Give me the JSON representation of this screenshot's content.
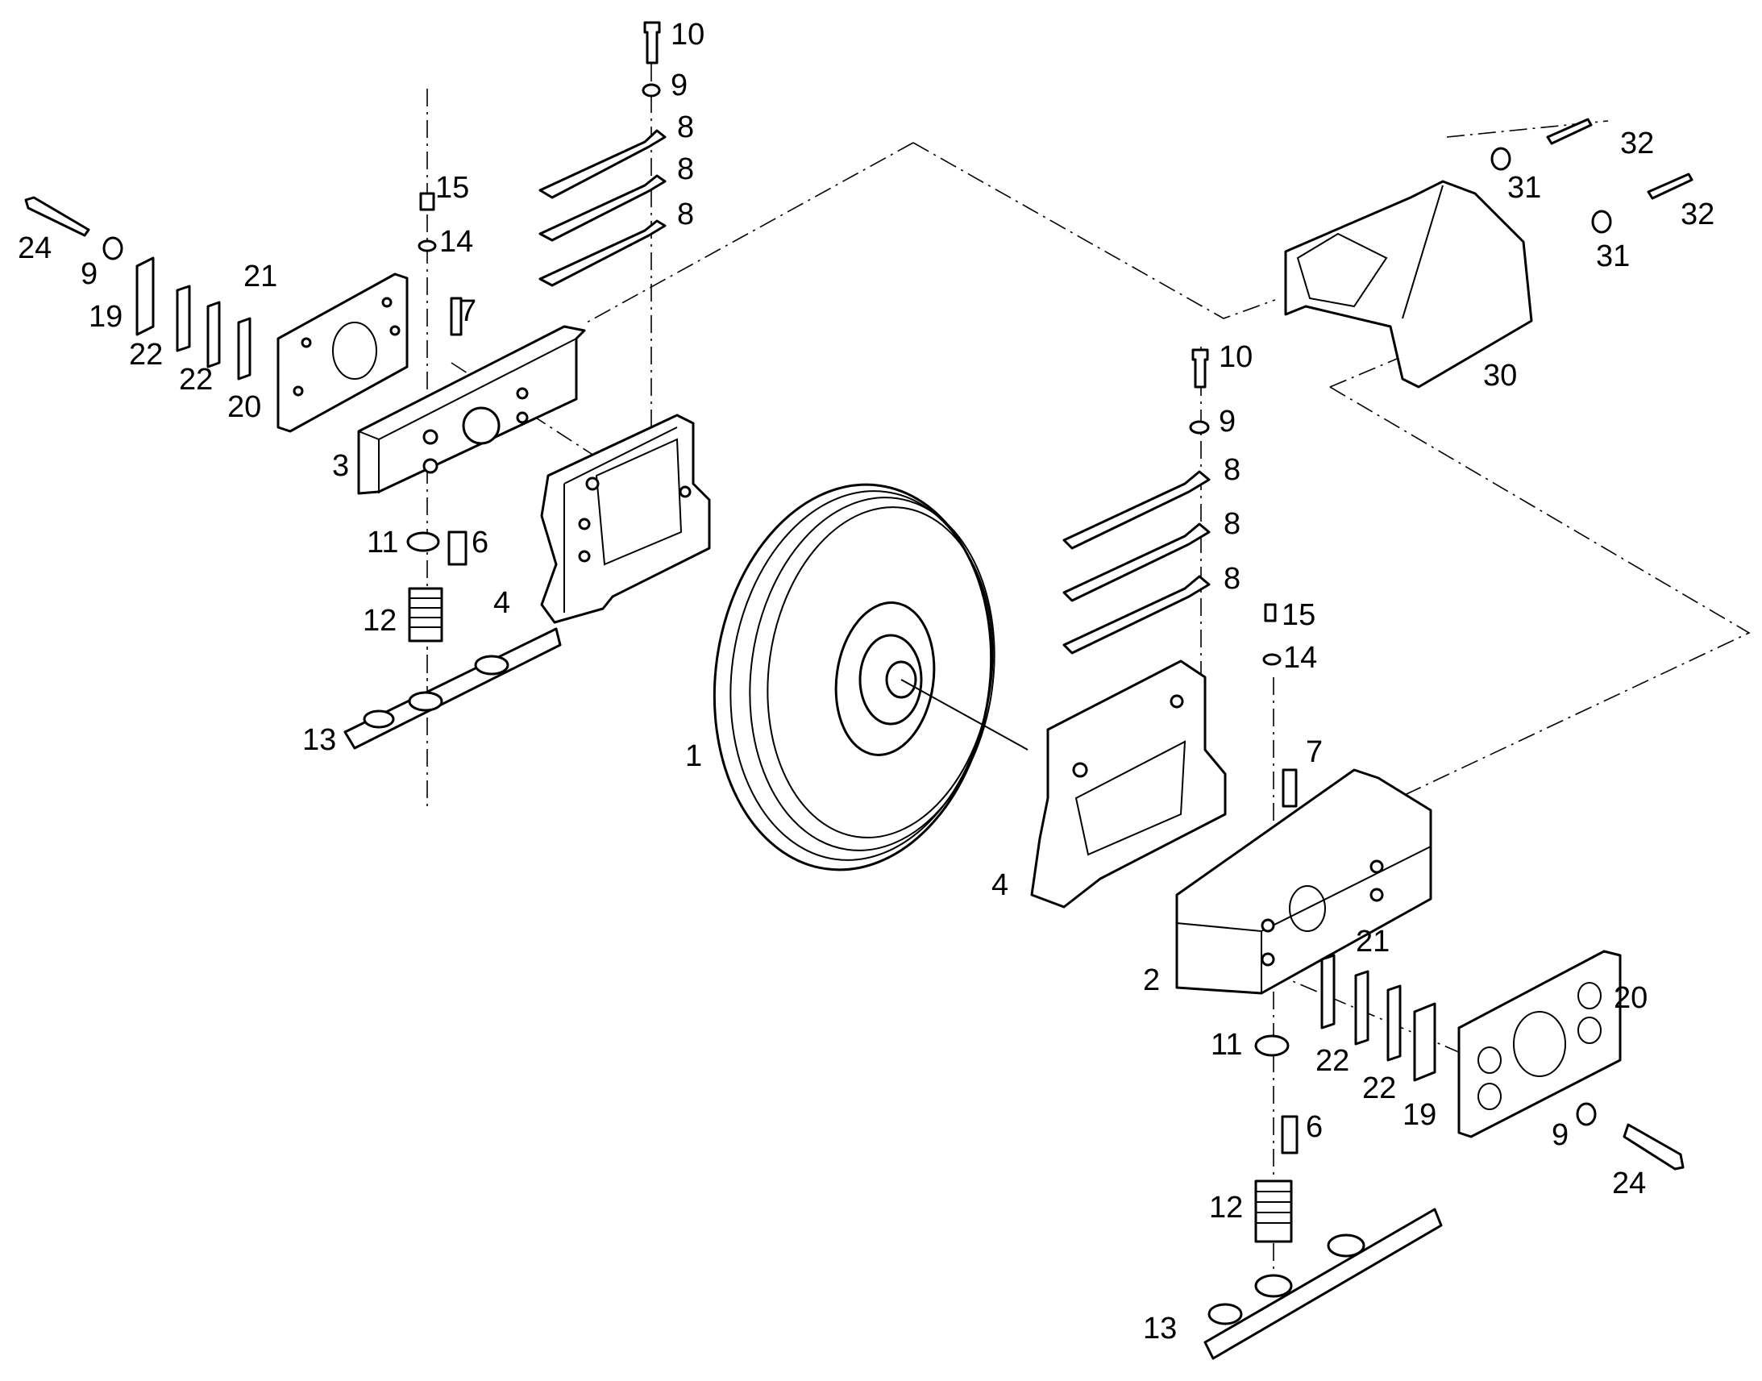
{
  "callouts": [
    {
      "id": "c-10a",
      "text": "10"
    },
    {
      "id": "c-9a",
      "text": "9"
    },
    {
      "id": "c-8a",
      "text": "8"
    },
    {
      "id": "c-8b",
      "text": "8"
    },
    {
      "id": "c-8c",
      "text": "8"
    },
    {
      "id": "c-15a",
      "text": "15"
    },
    {
      "id": "c-14a",
      "text": "14"
    },
    {
      "id": "c-24a",
      "text": "24"
    },
    {
      "id": "c-9b",
      "text": "9"
    },
    {
      "id": "c-21a",
      "text": "21"
    },
    {
      "id": "c-19a",
      "text": "19"
    },
    {
      "id": "c-22a",
      "text": "22"
    },
    {
      "id": "c-22b",
      "text": "22"
    },
    {
      "id": "c-20a",
      "text": "20"
    },
    {
      "id": "c-7a",
      "text": "7"
    },
    {
      "id": "c-3",
      "text": "3"
    },
    {
      "id": "c-11a",
      "text": "11"
    },
    {
      "id": "c-6a",
      "text": "6"
    },
    {
      "id": "c-12a",
      "text": "12"
    },
    {
      "id": "c-4a",
      "text": "4"
    },
    {
      "id": "c-13a",
      "text": "13"
    },
    {
      "id": "c-1",
      "text": "1"
    },
    {
      "id": "c-32a",
      "text": "32"
    },
    {
      "id": "c-31a",
      "text": "31"
    },
    {
      "id": "c-32b",
      "text": "32"
    },
    {
      "id": "c-31b",
      "text": "31"
    },
    {
      "id": "c-30",
      "text": "30"
    },
    {
      "id": "c-10b",
      "text": "10"
    },
    {
      "id": "c-9c",
      "text": "9"
    },
    {
      "id": "c-8d",
      "text": "8"
    },
    {
      "id": "c-8e",
      "text": "8"
    },
    {
      "id": "c-8f",
      "text": "8"
    },
    {
      "id": "c-15b",
      "text": "15"
    },
    {
      "id": "c-14b",
      "text": "14"
    },
    {
      "id": "c-7b",
      "text": "7"
    },
    {
      "id": "c-4b",
      "text": "4"
    },
    {
      "id": "c-21b",
      "text": "21"
    },
    {
      "id": "c-2",
      "text": "2"
    },
    {
      "id": "c-20b",
      "text": "20"
    },
    {
      "id": "c-11b",
      "text": "11"
    },
    {
      "id": "c-22c",
      "text": "22"
    },
    {
      "id": "c-22d",
      "text": "22"
    },
    {
      "id": "c-19b",
      "text": "19"
    },
    {
      "id": "c-9d",
      "text": "9"
    },
    {
      "id": "c-24b",
      "text": "24"
    },
    {
      "id": "c-6b",
      "text": "6"
    },
    {
      "id": "c-12b",
      "text": "12"
    },
    {
      "id": "c-13b",
      "text": "13"
    }
  ]
}
